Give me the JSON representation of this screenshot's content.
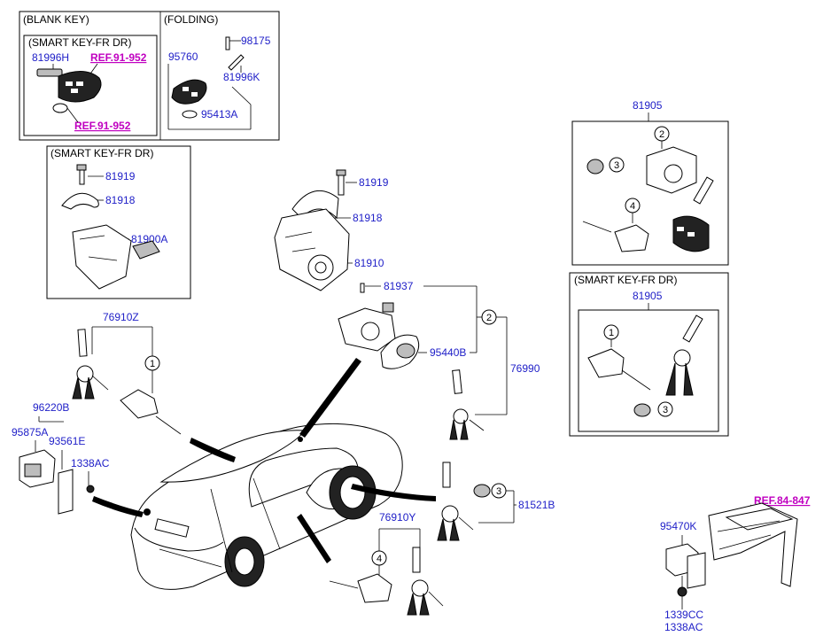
{
  "boxes": {
    "blank_key": "(BLANK KEY)",
    "folding": "(FOLDING)",
    "smart_key_a": "(SMART KEY-FR DR)",
    "smart_key_b": "(SMART KEY-FR DR)",
    "smart_key_c": "(SMART KEY-FR DR)"
  },
  "refs": {
    "ref_91_952_top": "REF.91-952",
    "ref_91_952_bottom": "REF.91-952",
    "ref_84_847": "REF.84-847"
  },
  "parts": {
    "p81996H": "81996H",
    "p95760": "95760",
    "p98175": "98175",
    "p81996K": "81996K",
    "p95413A": "95413A",
    "p81919_a": "81919",
    "p81918_a": "81918",
    "p81900A": "81900A",
    "p81919_b": "81919",
    "p81918_b": "81918",
    "p81910": "81910",
    "p81937": "81937",
    "p95440B": "95440B",
    "p76990": "76990",
    "p76910Z": "76910Z",
    "p96220B": "96220B",
    "p95875A": "95875A",
    "p93561E": "93561E",
    "p1338AC_a": "1338AC",
    "p81521B": "81521B",
    "p76910Y": "76910Y",
    "p81905_a": "81905",
    "p81905_b": "81905",
    "p95470K": "95470K",
    "p1339CC": "1339CC",
    "p1338AC_b": "1338AC"
  },
  "callouts": {
    "c1_a": "1",
    "c2_a": "2",
    "c2_b": "2",
    "c3_a": "3",
    "c3_b": "3",
    "c3_c": "3",
    "c4_a": "4",
    "c4_b": "4",
    "c1_b": "1"
  }
}
